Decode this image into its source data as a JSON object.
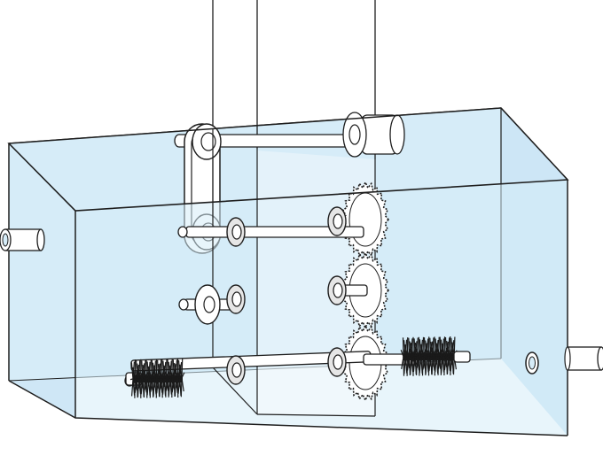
{
  "diagram": {
    "subject": "brush-cleaning-tank-mechanism",
    "colors": {
      "background": "#ffffff",
      "water": "#d6ecf8",
      "water_back": "#c4e2f4",
      "outline": "#1e1e1e",
      "part_fill": "#ffffff",
      "bearing_fill": "#e6e6e6",
      "bristle": "#1a1a1a"
    },
    "parts": [
      "tank",
      "water",
      "drive-pulley",
      "belt",
      "pulleys",
      "shafts",
      "bearings",
      "gear-train",
      "brushes",
      "inlet-pipe",
      "outlet-pipe",
      "drain-hole",
      "center-column"
    ]
  }
}
